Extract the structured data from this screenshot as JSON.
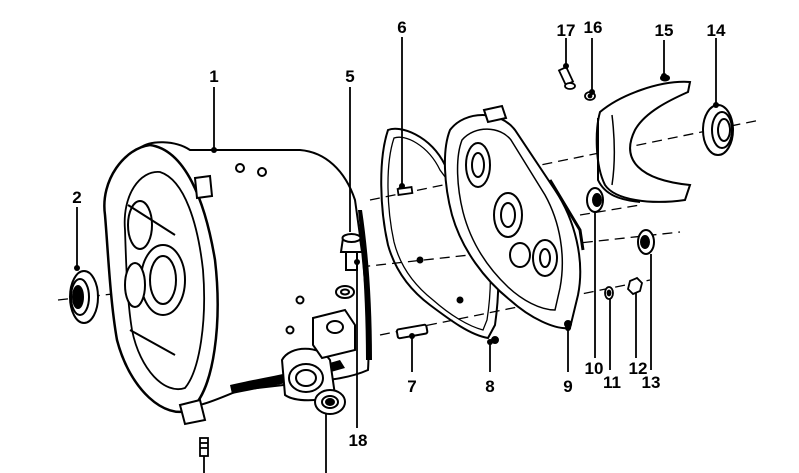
{
  "callouts": [
    {
      "id": "1",
      "label": "1"
    },
    {
      "id": "2",
      "label": "2"
    },
    {
      "id": "5",
      "label": "5"
    },
    {
      "id": "6",
      "label": "6"
    },
    {
      "id": "7",
      "label": "7"
    },
    {
      "id": "8",
      "label": "8"
    },
    {
      "id": "9",
      "label": "9"
    },
    {
      "id": "10",
      "label": "10"
    },
    {
      "id": "11",
      "label": "11"
    },
    {
      "id": "12",
      "label": "12"
    },
    {
      "id": "13",
      "label": "13"
    },
    {
      "id": "14",
      "label": "14"
    },
    {
      "id": "15",
      "label": "15"
    },
    {
      "id": "16",
      "label": "16"
    },
    {
      "id": "17",
      "label": "17"
    },
    {
      "id": "18",
      "label": "18"
    }
  ]
}
